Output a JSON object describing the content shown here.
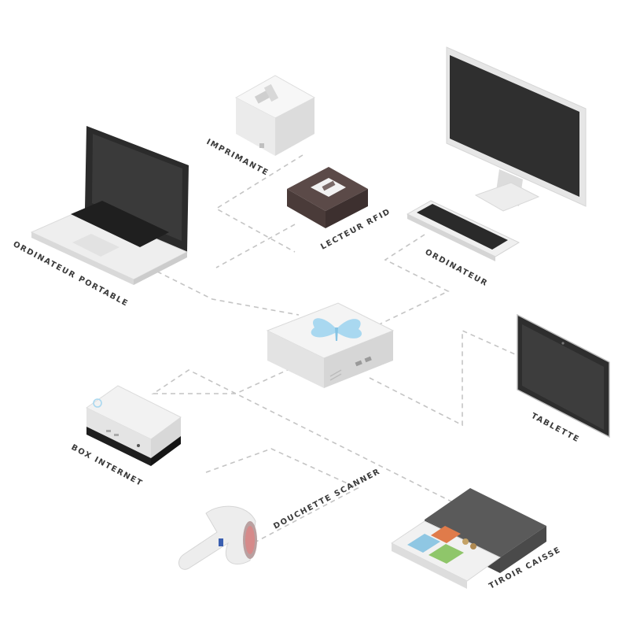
{
  "diagram": {
    "hub": {
      "icon": "butterfly-icon"
    },
    "devices": [
      {
        "id": "imprimante",
        "label": "IMPRIMANTE",
        "icon": "receipt-printer-icon"
      },
      {
        "id": "lecteur-rfid",
        "label": "LECTEUR RFID",
        "icon": "rfid-reader-icon"
      },
      {
        "id": "ordinateur-portable",
        "label": "ORDINATEUR PORTABLE",
        "icon": "laptop-icon"
      },
      {
        "id": "ordinateur",
        "label": "ORDINATEUR",
        "icon": "desktop-monitor-icon"
      },
      {
        "id": "tablette",
        "label": "TABLETTE",
        "icon": "tablet-icon"
      },
      {
        "id": "box-internet",
        "label": "BOX INTERNET",
        "icon": "internet-box-icon"
      },
      {
        "id": "douchette-scanner",
        "label": "DOUCHETTE SCANNER",
        "icon": "barcode-scanner-icon"
      },
      {
        "id": "tiroir-caisse",
        "label": "TIROIR CAISSE",
        "icon": "cash-drawer-icon"
      }
    ],
    "colors": {
      "hub_logo": "#a9d8f0",
      "device_body": "#ececec",
      "screen": "#2f2f2f",
      "wire": "#c4c4c4",
      "label": "#3a3a3a"
    }
  }
}
